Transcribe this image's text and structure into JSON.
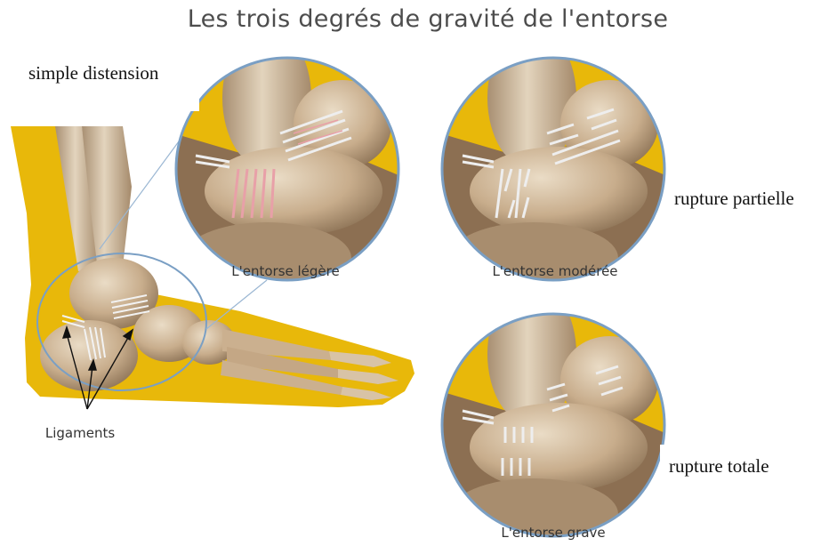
{
  "title": "Les trois degrés de gravité de l'entorse",
  "labels": {
    "simple_distension": "simple distension",
    "rupture_partielle": "rupture partielle",
    "rupture_totale": "rupture totale",
    "ligaments": "Ligaments"
  },
  "captions": {
    "legere": "L'entorse légère",
    "moderee": "L'entorse modérée",
    "grave": "L'entorse grave"
  },
  "colors": {
    "yellow_background": "#e8b80a",
    "bone": "#c9ae8e",
    "ring": "#7a9fc4",
    "ligament": "#e6e6e6",
    "ligament_stretched": "#e8a0a8"
  }
}
